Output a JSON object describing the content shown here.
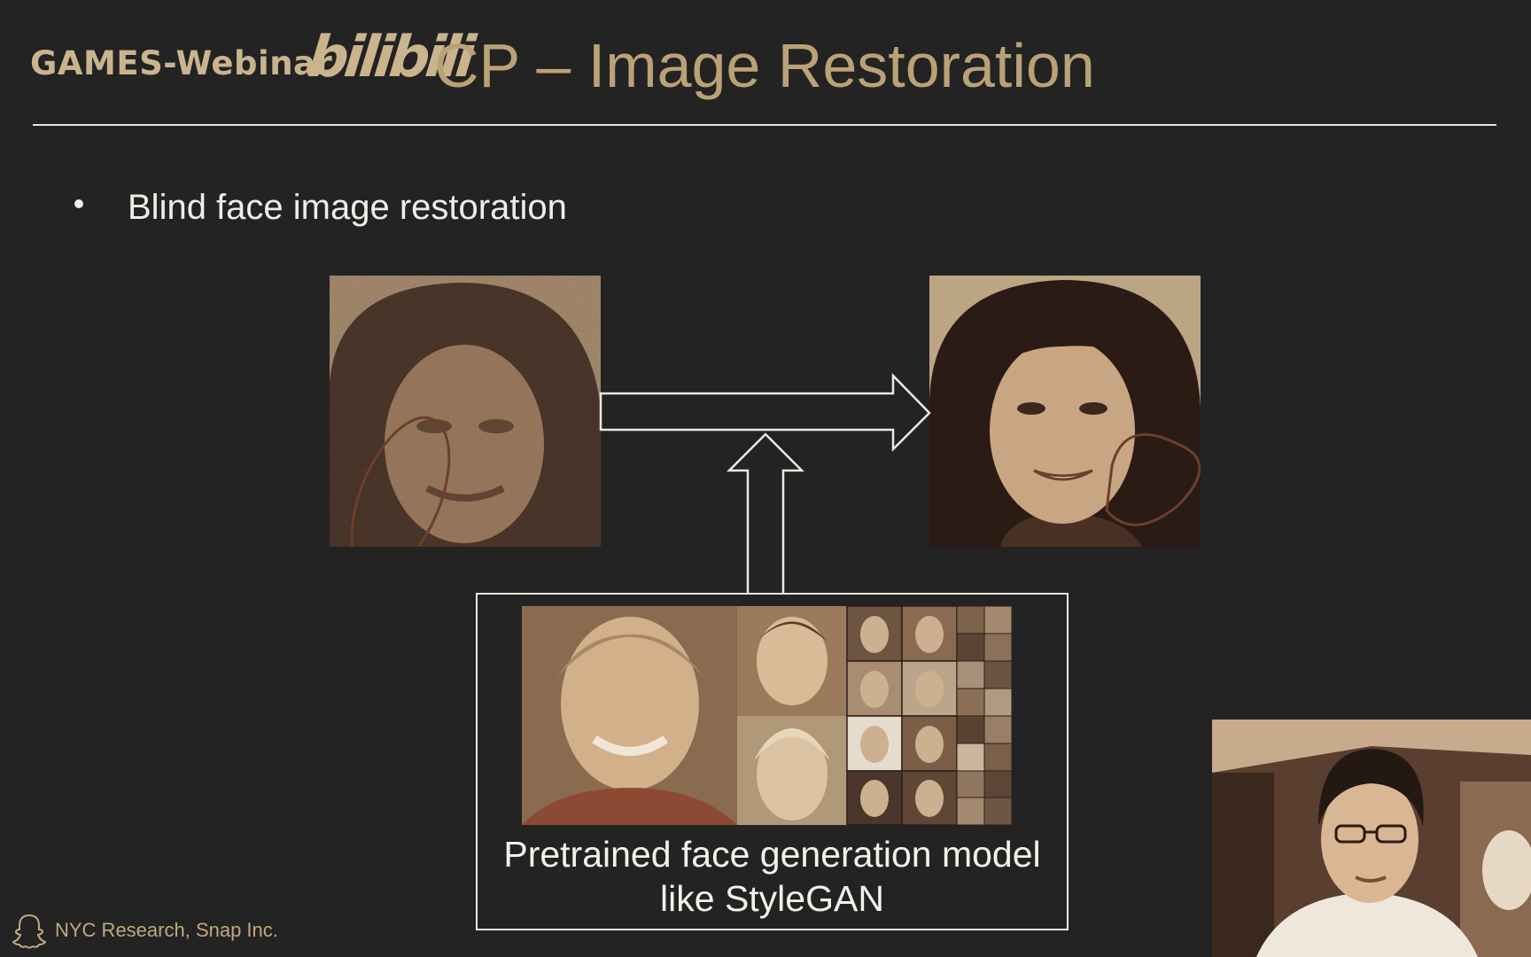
{
  "header": {
    "games_label": "GAMES-Webinar",
    "logo_text": "bilibili",
    "slide_title": "CP – Image Restoration"
  },
  "bullet": {
    "text": "Blind face image restoration"
  },
  "figure": {
    "model_caption_line1": "Pretrained face generation model",
    "model_caption_line2": "like StyleGAN"
  },
  "footer": {
    "org": "NYC Research, Snap Inc."
  },
  "colors": {
    "background": "#232323",
    "accent_gold": "#b9a276",
    "logo_gold": "#c9b48e",
    "text_light": "#f0ede6",
    "annotation_brown": "#6b3f2e"
  },
  "icons": {
    "footer": "snapchat-ghost-icon",
    "bullet": "bullet-dot-icon"
  }
}
